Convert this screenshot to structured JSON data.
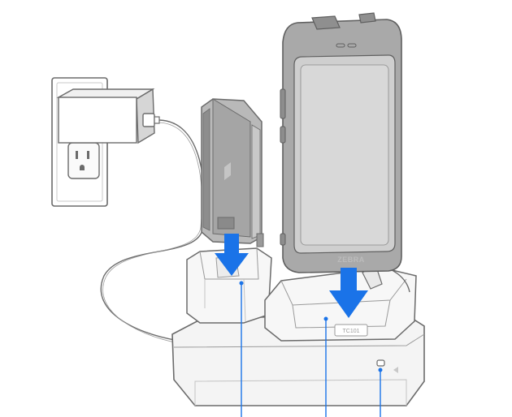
{
  "device": {
    "brand_label": "ZEBRA",
    "model_label": "TC101"
  },
  "colors": {
    "arrow": "#1a73e8",
    "outline": "#6b6b6b",
    "device_gray": "#a9a9a9",
    "screen_gray": "#cfcfcf",
    "cradle_fill": "#f2f2f2",
    "wall_plate": "#ffffff"
  },
  "icons": [
    "wall-outlet-icon",
    "power-adapter-icon",
    "battery-pack-icon",
    "mobile-device-icon",
    "charging-cradle-icon",
    "arrow-down-icon",
    "usb-cable-icon"
  ],
  "callouts": [
    {
      "name": "callout-battery-slot"
    },
    {
      "name": "callout-device-slot"
    },
    {
      "name": "callout-charge-led"
    }
  ]
}
